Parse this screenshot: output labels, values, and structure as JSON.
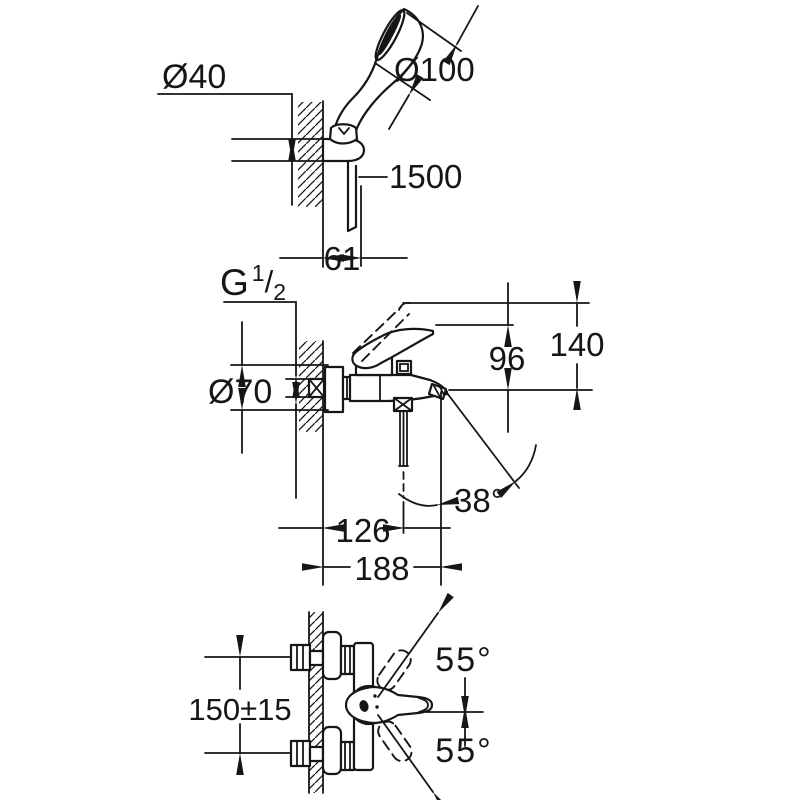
{
  "colors": {
    "line": "#161616",
    "background": "#ffffff"
  },
  "views": {
    "shower_set": {
      "dim_bracket_diameter": "Ø40",
      "dim_head_diameter": "Ø100",
      "dim_hose_length": "1500",
      "dim_wall_offset": "61"
    },
    "mixer_side": {
      "dim_thread": {
        "g": "G",
        "sup": "1",
        "slash": "/",
        "sub": "2"
      },
      "dim_escutcheon_diameter": "Ø70",
      "dim_height_spout_to_lever": "96",
      "dim_height_spout_to_lever_raised": "140",
      "dim_spout_angle": "38°",
      "dim_depth_to_diverter": "126",
      "dim_depth_total": "188"
    },
    "mixer_plan": {
      "dim_connection_centers": "150±15",
      "dim_lever_swing_up": "55°",
      "dim_lever_swing_down": "55°"
    }
  }
}
